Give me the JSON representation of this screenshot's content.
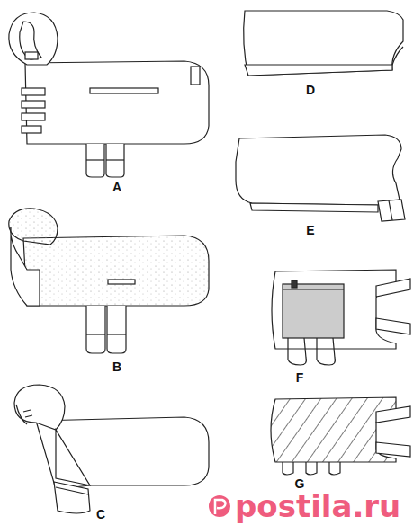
{
  "diagram": {
    "labels": [
      "A",
      "B",
      "C",
      "D",
      "E",
      "F",
      "G",
      "postila.ru"
    ]
  }
}
